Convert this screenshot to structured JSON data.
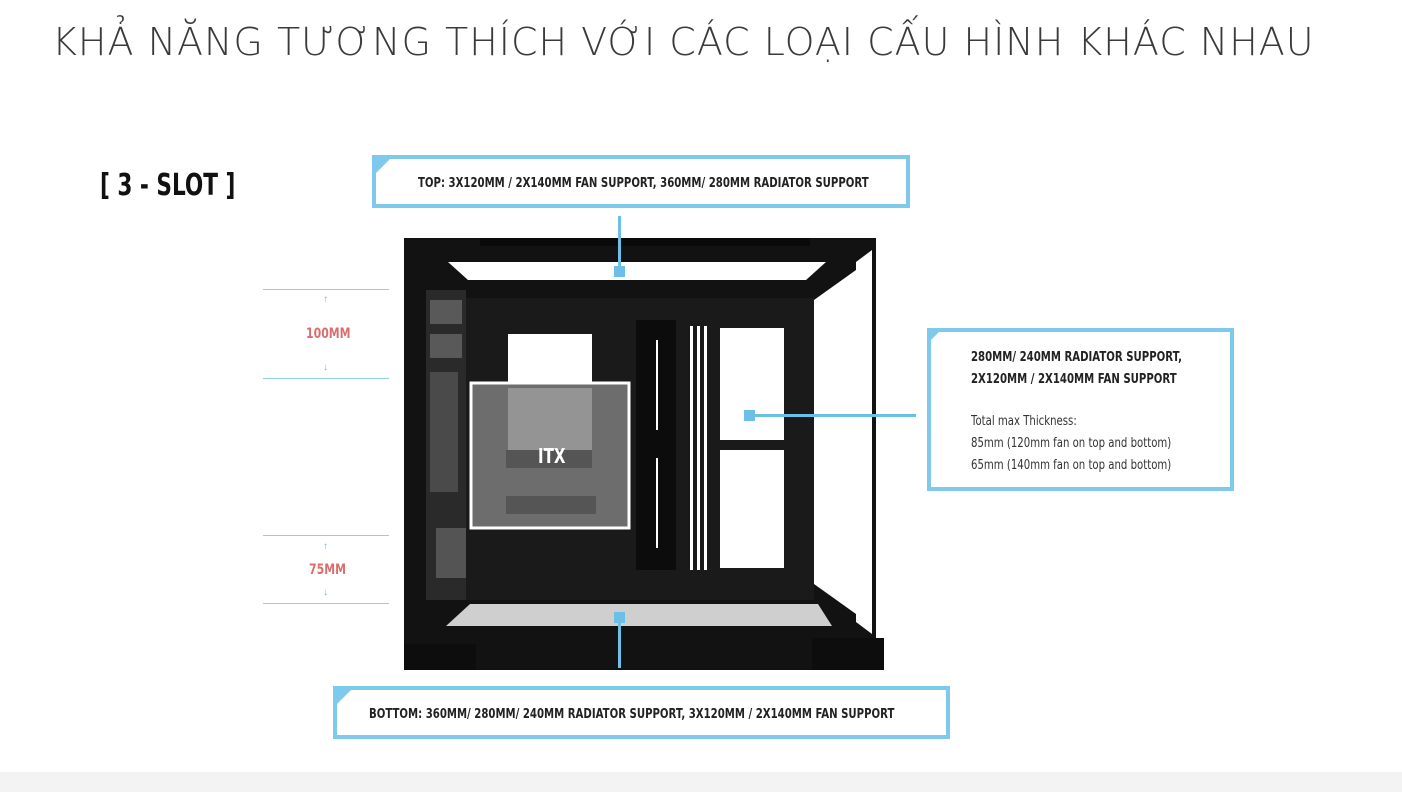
{
  "title": "KHẢ NĂNG TƯƠNG THÍCH VỚI CÁC LOẠI CẤU HÌNH KHÁC NHAU",
  "slot_label": "[ 3 - SLOT ]",
  "callouts": {
    "top": "TOP: 3X120MM / 2X140MM FAN SUPPORT, 360MM/ 280MM RADIATOR SUPPORT",
    "bottom": "BOTTOM: 360MM/ 280MM/ 240MM RADIATOR SUPPORT, 3X120MM / 2X140MM FAN SUPPORT",
    "right": {
      "line1": "280MM/ 240MM RADIATOR SUPPORT,",
      "line2": "2X120MM / 2X140MM FAN SUPPORT",
      "body": [
        "Total max Thickness:",
        "85mm (120mm fan on top and bottom)",
        "65mm (140mm fan on top and bottom)"
      ]
    }
  },
  "dimensions": {
    "upper": "100MM",
    "lower": "75MM"
  },
  "board_label": "ITX",
  "colors": {
    "accent": "#7fc9ec",
    "dimension_text": "#d86e6e",
    "case": "#111111"
  }
}
